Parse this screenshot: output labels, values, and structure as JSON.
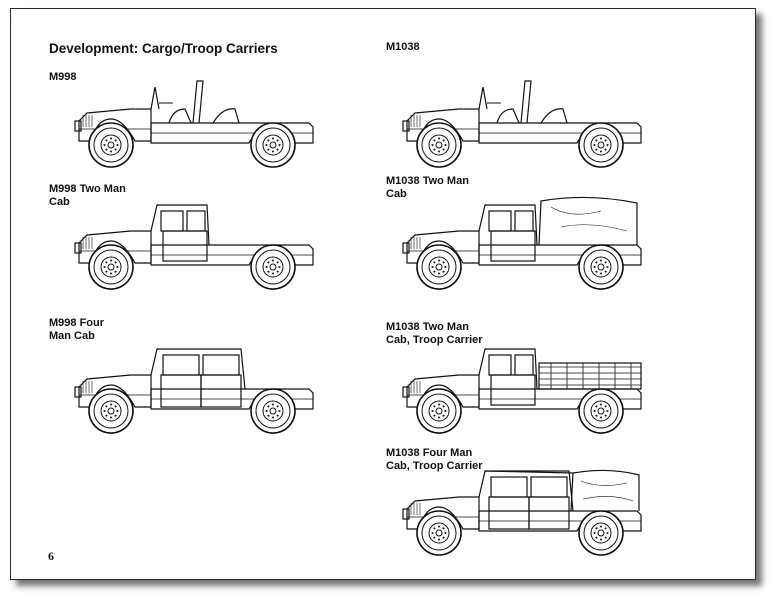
{
  "page": {
    "title": "Development: Cargo/Troop Carriers",
    "page_number": "6"
  },
  "vehicles": [
    {
      "label_lines": [
        "M998"
      ],
      "variant": "open"
    },
    {
      "label_lines": [
        "M998 Two Man",
        "Cab"
      ],
      "variant": "two-man"
    },
    {
      "label_lines": [
        "M998 Four",
        "Man Cab"
      ],
      "variant": "four-man"
    },
    {
      "label_lines": [
        "M1038"
      ],
      "variant": "open"
    },
    {
      "label_lines": [
        "M1038 Two Man",
        "Cab"
      ],
      "variant": "two-man-canvas"
    },
    {
      "label_lines": [
        "M1038 Two Man",
        "Cab, Troop Carrier"
      ],
      "variant": "two-man-troop"
    },
    {
      "label_lines": [
        "M1038 Four Man",
        "Cab, Troop Carrier"
      ],
      "variant": "four-man-canvas"
    }
  ]
}
